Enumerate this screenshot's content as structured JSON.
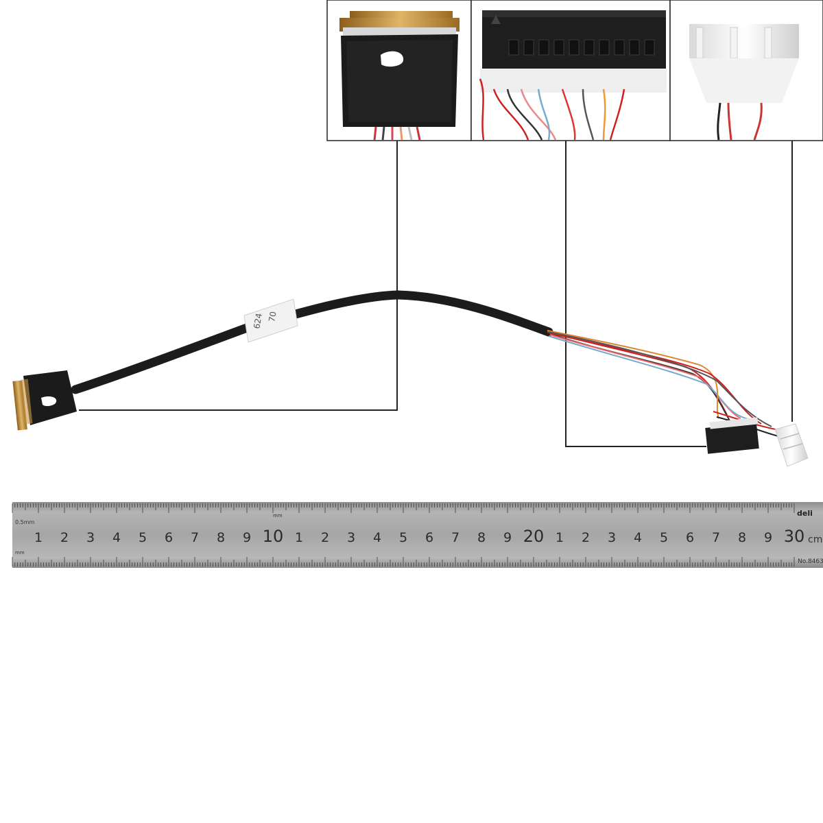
{
  "ruler": {
    "brand": "deli",
    "unit": "cm",
    "model": "No.8463",
    "small_label_top": "0.5mm",
    "small_label_mid": "mm",
    "small_label_bottom": "mm",
    "numbers": [
      "1",
      "2",
      "3",
      "4",
      "5",
      "6",
      "7",
      "8",
      "9",
      "10",
      "1",
      "2",
      "3",
      "4",
      "5",
      "6",
      "7",
      "8",
      "9",
      "20",
      "1",
      "2",
      "3",
      "4",
      "5",
      "6",
      "7",
      "8",
      "9",
      "30"
    ]
  },
  "cable_label": {
    "line1": "624",
    "line2": "70"
  },
  "colors": {
    "cable": "#1c1c1c",
    "ruler": "#a4a4a4",
    "gold_connector": "#c99a44",
    "callout_line": "#222222"
  }
}
